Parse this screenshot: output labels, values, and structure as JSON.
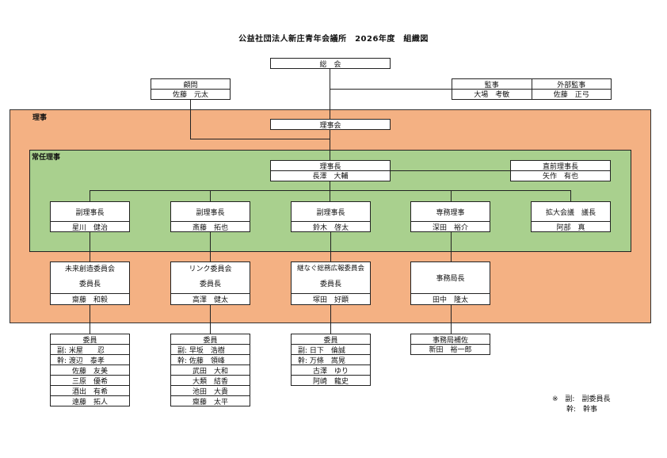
{
  "title": "公益社団法人新庄青年会議所　2026年度　組織図",
  "general_assembly": "総　会",
  "advisor": {
    "role": "顧問",
    "name": "佐藤　元太"
  },
  "auditors": [
    {
      "role": "監事",
      "name": "大場　考敏"
    },
    {
      "role": "外部監事",
      "name": "佐藤　正弓"
    }
  ],
  "board_zone_label": "理事",
  "board_meeting": "理事会",
  "exec_zone_label": "常任理事",
  "president": {
    "role": "理事長",
    "name": "長澤　大輔"
  },
  "past_president": {
    "role": "直前理事長",
    "name": "矢作　有也"
  },
  "officers": [
    {
      "role": "副理事長",
      "name": "星川　健治"
    },
    {
      "role": "副理事長",
      "name": "斎藤　拓也"
    },
    {
      "role": "副理事長",
      "name": "鈴木　啓太"
    },
    {
      "role": "専務理事",
      "name": "深田　裕介"
    },
    {
      "role": "拡大会議　議長",
      "name": "阿部　真"
    }
  ],
  "committees": [
    {
      "name": "未来創造委員会",
      "role": "委員長",
      "chair": "齋藤　和毅",
      "members_header": "委員",
      "members": [
        "副: 米屋　　忍",
        "幹: 渡辺　泰孝",
        "佐藤　友美",
        "三原　優希",
        "酒出　有希",
        "遠藤　拓人"
      ]
    },
    {
      "name": "リンク委員会",
      "role": "委員長",
      "chair": "高澤　健太",
      "members_header": "委員",
      "members": [
        "副: 早坂　浩樹",
        "幹: 佐藤　領峰",
        "武田　大和",
        "大類　結香",
        "池田　大貴",
        "齋藤　太平"
      ]
    },
    {
      "name": "継なぐ総務広報委員会",
      "role": "委員長",
      "chair": "塚田　好顕",
      "members_header": "委員",
      "members": [
        "副: 日下　倫誠",
        "幹: 万條　嵩晃",
        "古澤　ゆり",
        "阿崎　龍史"
      ]
    }
  ],
  "secretariat": {
    "role": "事務局長",
    "name": "田中　隆太",
    "assistant_role": "事務局補佐",
    "assistant_name": "新田　裕一郎"
  },
  "legend": {
    "mark": "※",
    "lines": [
      "副:　副委員長",
      "幹:　幹事"
    ]
  },
  "colors": {
    "board_zone": "#f4b183",
    "exec_zone": "#a9d08e",
    "box": "#ffffff",
    "line": "#222222"
  }
}
